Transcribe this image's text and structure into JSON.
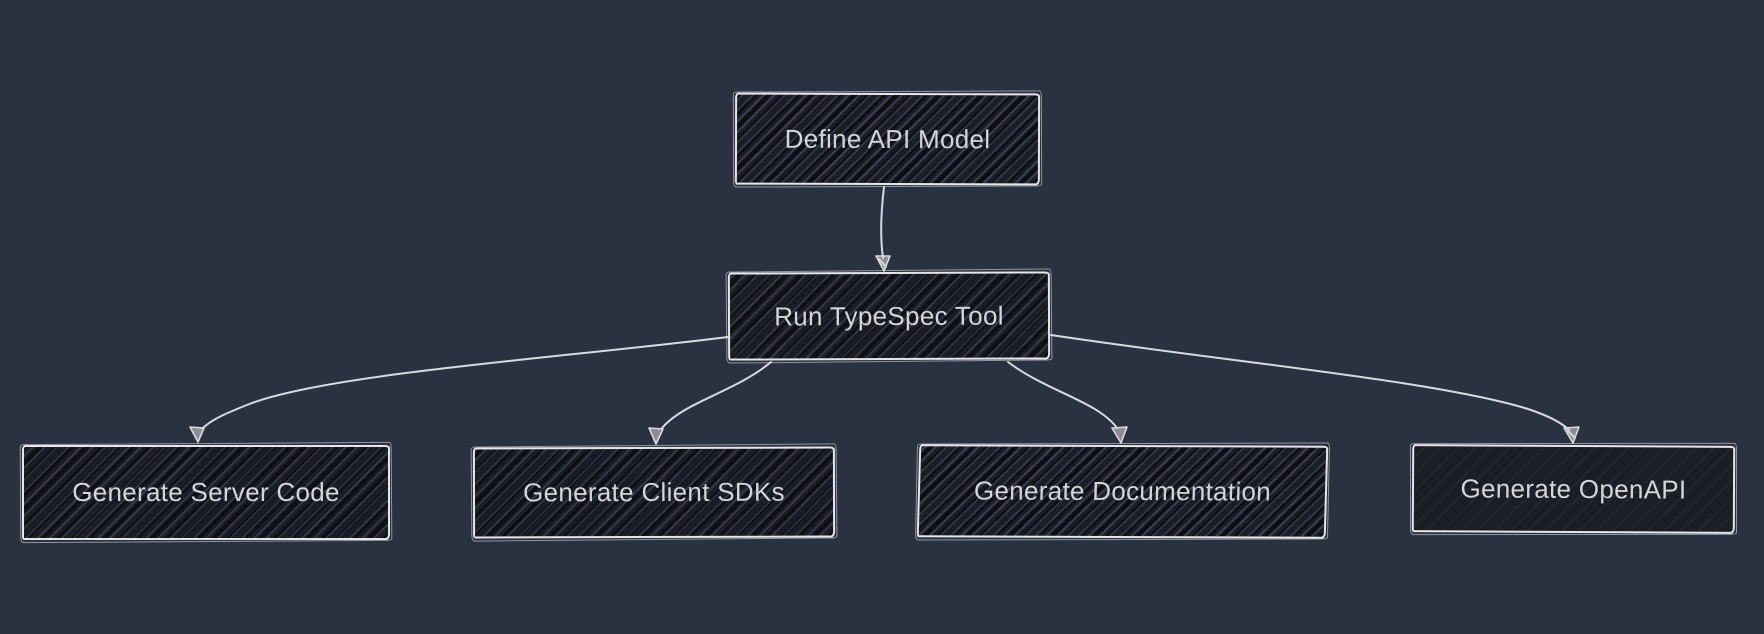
{
  "diagram": {
    "type": "flowchart",
    "style": "hand-drawn-sketch",
    "colors": {
      "background": "#2a3140",
      "node_fill": "#1a1d24",
      "node_hatch": "#525b7a",
      "node_border": "#e6e6e6",
      "node_text": "#d4d5d7",
      "edge": "#d9dadc"
    },
    "nodes": [
      {
        "id": "define-api-model",
        "label": "Define API Model"
      },
      {
        "id": "run-typespec-tool",
        "label": "Run TypeSpec Tool"
      },
      {
        "id": "generate-server-code",
        "label": "Generate Server Code"
      },
      {
        "id": "generate-client-sdks",
        "label": "Generate Client SDKs"
      },
      {
        "id": "generate-documentation",
        "label": "Generate Documentation"
      },
      {
        "id": "generate-openapi",
        "label": "Generate OpenAPI"
      }
    ],
    "edges": [
      {
        "from": "define-api-model",
        "to": "run-typespec-tool"
      },
      {
        "from": "run-typespec-tool",
        "to": "generate-server-code"
      },
      {
        "from": "run-typespec-tool",
        "to": "generate-client-sdks"
      },
      {
        "from": "run-typespec-tool",
        "to": "generate-documentation"
      },
      {
        "from": "run-typespec-tool",
        "to": "generate-openapi"
      }
    ]
  }
}
